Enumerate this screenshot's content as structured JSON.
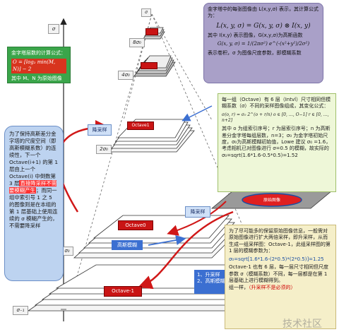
{
  "formula_box": {
    "line1": "金字塔中的每张图像由 L(x,y,σ) 表示，其计算公式为：",
    "eq1": "L(x, y, σ) = G(x, y, σ) ⊗ I(x, y)",
    "line2": "其中 I(x,y) 表示图像，G(x,y,σ)为高斯函数",
    "eq2": "G(x, y, σ) = 1/(2πσ²) e^(-(x²+y²)/2σ²)",
    "line3": "表示卷积，σ 为图像尺度参数，即模糊系数"
  },
  "layers_box": {
    "title": "金字塔层数的计算公式：",
    "formula": "O = [log₂ min(M, N)] − 2",
    "note": "其中 M、N 为原始图像的行和列数"
  },
  "octave_box": {
    "text1": "每一组（Octave）有 6 层（Intvl）尺寸相同但模糊系数（σ）不同的采样图像组成，其变化公式：",
    "eq": "σ(o, r) = σ₀ 2^(o + r/n)    o ∈ [0, …, O−1]  r ∈ [0, …, n+2]",
    "text2": "其中 o 为组索引序号；r 为层索引序号；n 为高斯差分金字塔每组层数，n=3；σ₀ 为金字塔初始尺度，σ₀为高斯模糊初始值，Lowe 建议 σ₀ =1.6，考虑相机已对图像进行 σ=0.5 的模糊，故实际的 σ₀=sqrt(1.6*1.6-0.5*0.5)=1.52"
  },
  "blue_box": {
    "text": "为了保持高斯差分金字塔的尺度空间（即高斯模糊系数）的连续性，下一个 Octave(i+1) 的第 1 层由上一个 Octave(i) 中倒数第 3 层",
    "highlight": "直接降采样不需要模糊产生",
    "text2": "；而同一组中索引号 1 之 5 的图像则是在本组的第 1 层基础上使用连续的 σ 模糊产生的，不需要降采样"
  },
  "cream_box": {
    "text1": "为了尽可能多的保留原始图像信息，一般需对原始图像进行扩大两倍采样，即升采样，从而生成一组采样图：Octave-1，此组采样图的第 1 层的模糊参数为：",
    "eq": "σ₀=sqrt[1.6*1.6-(2*0.5)*(2*0.5)]=1.25",
    "text2": "Octave-1 也有 6 层，每一层尺寸相同但尺度参数 σ（模糊系数）不同，每一层都是在第 1 层基础上进行模糊得到。",
    "highlight": "（升采样不是必须的）",
    "tail": "组一样，"
  },
  "labels": {
    "octave1": "Octave1",
    "octave0": "Octave0",
    "octave_minus1": "Octave-1",
    "gaussian_blur": "高斯模糊",
    "downsample_top": "降采样",
    "downsample_right": "降采样",
    "original_image": "原始图像",
    "steps_1": "1、升采样",
    "steps_2": "2、高斯模糊",
    "sigma_axis": "σ",
    "sigma_2": "2σ₀",
    "sigma_4": "4σ₀",
    "sigma_8": "8σ₀",
    "sigma_0": "σ₀",
    "sigma_small": "σ₋₁",
    "sigma_top": "σ",
    "tiny_top": "σ",
    "watermark": "技术社区"
  },
  "colors": {
    "formula_bg": "#a9a0c8",
    "green_box": "#3aa54a",
    "octave_box": "#eef7d8",
    "blue_box": "#bdd3f0",
    "cream_box": "#f5efc9",
    "octave_label": "#c91414",
    "arrow_red": "#d01818",
    "arrow_blue": "#3b6fd1"
  }
}
